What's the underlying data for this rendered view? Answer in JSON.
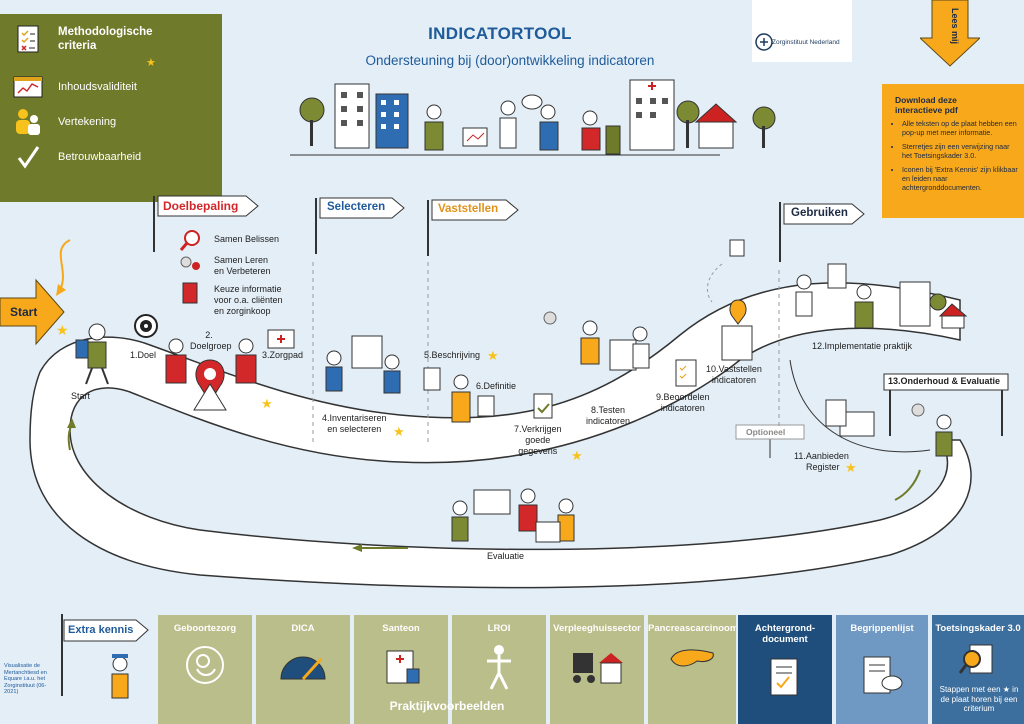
{
  "header": {
    "title": "INDICATORTOOL",
    "subtitle": "Ondersteuning bij (door)ontwikkeling indicatoren",
    "logo_text": "Zorginstituut Nederland",
    "lees_mij": "Lees mij"
  },
  "legend": {
    "items": [
      {
        "label": "Methodologische criteria",
        "icon": "checklist-icon"
      },
      {
        "label": "Inhoudsvaliditeit",
        "icon": "chart-board-icon"
      },
      {
        "label": "Vertekening",
        "icon": "people-icon"
      },
      {
        "label": "Betrouwbaarheid",
        "icon": "checkmark-icon"
      }
    ]
  },
  "info": {
    "title": "Download deze interactieve pdf",
    "bullets": [
      "Alle teksten op de plaat hebben een pop-up met meer informatie.",
      "Sterretjes zijn een verwijzing naar het Toetsingskader 3.0.",
      "Iconen bij 'Extra Kennis' zijn klikbaar en leiden naar achtergronddocumenten."
    ]
  },
  "phases": {
    "doelbepaling": "Doelbepaling",
    "selecteren": "Selecteren",
    "vaststellen": "Vaststellen",
    "gebruiken": "Gebruiken"
  },
  "doel_sub": {
    "a": "Samen Belissen",
    "b1": "Samen Leren",
    "b2": "en Verbeteren",
    "c1": "Keuze informatie",
    "c2": "voor o.a. cliënten",
    "c3": "en zorginkoop"
  },
  "steps": {
    "start_arrow": "Start",
    "start": "Start",
    "s1": "1.Doel",
    "s2a": "2.",
    "s2b": "Doelgroep",
    "s3": "3.Zorgpad",
    "s4a": "4.Inventariseren",
    "s4b": "en selecteren",
    "s5": "5.Beschrijving",
    "s6": "6.Definitie",
    "s7a": "7.Verkrijgen",
    "s7b": "goede",
    "s7c": "gegevens",
    "s8a": "8.Testen",
    "s8b": "indicatoren",
    "s9a": "9.Beoordelen",
    "s9b": "indicatoren",
    "s10a": "10.Vaststellen",
    "s10b": "indicatoren",
    "optioneel": "Optioneel",
    "s11a": "11.Aanbieden",
    "s11b": "Register",
    "s12": "12.Implementatie praktijk",
    "s13": "13.Onderhoud & Evaluatie",
    "evaluatie": "Evaluatie"
  },
  "extra_kennis": "Extra kennis",
  "credit": "Visualisatie de Mertanchtiesd en Equare i.a.u. het Zorginstituut (06-2021)",
  "praktijk": {
    "label": "Praktijkvoorbeelden",
    "cards": [
      {
        "title": "Geboortezorg",
        "icon": "baby-icon"
      },
      {
        "title": "DICA",
        "icon": "gauge-icon"
      },
      {
        "title": "Santeon",
        "icon": "hospital-icon"
      },
      {
        "title": "LROI",
        "icon": "skeleton-icon"
      },
      {
        "title": "Verpleeghuissector",
        "icon": "walker-icon"
      },
      {
        "title": "Pancreascarcinoom",
        "icon": "pancreas-icon"
      }
    ]
  },
  "docs": [
    {
      "title1": "Achtergrond-",
      "title2": "document",
      "icon": "document-icon",
      "color": "#1f4e7c"
    },
    {
      "title1": "Begrippenlijst",
      "title2": "",
      "icon": "list-icon",
      "color": "#6f99c2"
    },
    {
      "title1": "Toetsingskader 3.0",
      "title2": "",
      "icon": "magnifier-icon",
      "color": "#3d6f9e",
      "note": "Stappen met een ★ in de plaat horen bij een criterium"
    }
  ],
  "colors": {
    "olive": "#6f7a2a",
    "orange": "#f7a81b",
    "blue_title": "#1f5b9a",
    "praktijk_bg": "#b9be8a"
  }
}
